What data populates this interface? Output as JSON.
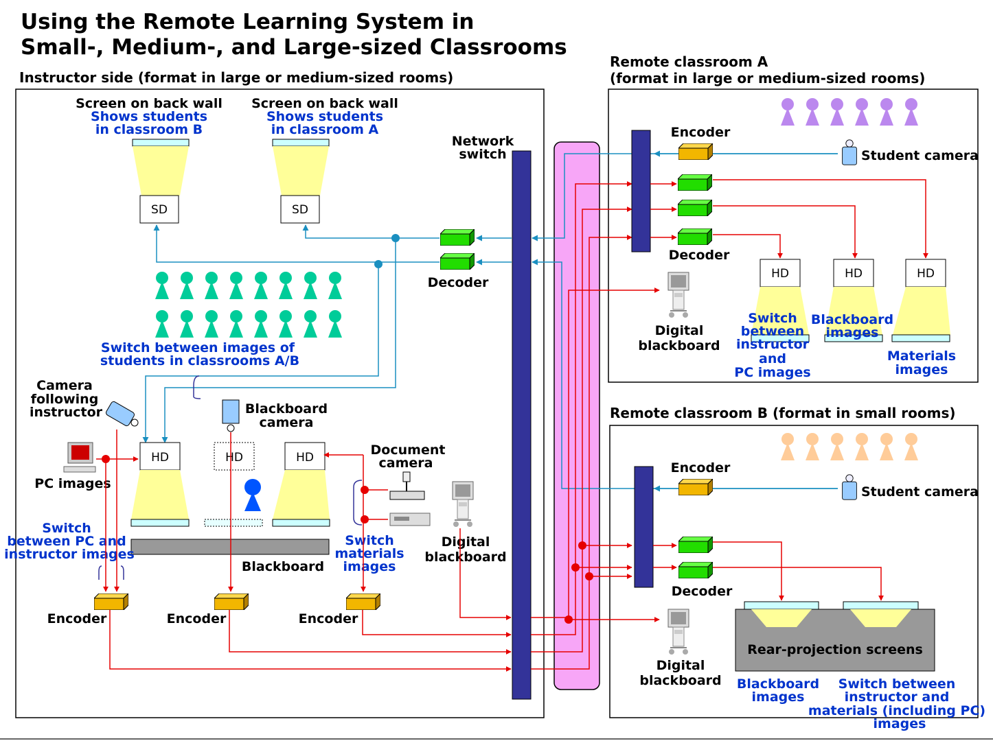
{
  "title": {
    "line1": "Using the Remote Learning System in",
    "line2": "Small-, Medium-, and Large-sized Classrooms"
  },
  "colors": {
    "red_line": "#e60000",
    "blue_line": "#1a8fc0",
    "switch_blue": "#333399",
    "pink_bar": "#f7a6f7",
    "encoder": "#f2b600",
    "decoder": "#22dd00",
    "student_green": "#00cc99",
    "student_purple": "#bb88ee",
    "student_peach": "#ffcc99",
    "screen_beam": "#ffff99",
    "blue_text": "#0033cc"
  },
  "instructor": {
    "heading": "Instructor side (format in large or medium-sized rooms)",
    "screen1_title": "Screen on back wall",
    "screen1_sub1": "Shows students",
    "screen1_sub2": "in classroom B",
    "screen2_title": "Screen on back wall",
    "screen2_sub1": "Shows students",
    "screen2_sub2": "in classroom A",
    "sd": "SD",
    "network_switch_1": "Network",
    "network_switch_2": "switch",
    "decoder": "Decoder",
    "switch_students_1": "Switch between images of",
    "switch_students_2": "students in classrooms A/B",
    "camera_following_1": "Camera",
    "camera_following_2": "following",
    "camera_following_3": "instructor",
    "pc_images": "PC images",
    "blackboard_camera_1": "Blackboard",
    "blackboard_camera_2": "camera",
    "document_camera_1": "Document",
    "document_camera_2": "camera",
    "hd": "HD",
    "switch_pc_1": "Switch",
    "switch_pc_2": "between PC and",
    "switch_pc_3": "instructor images",
    "blackboard": "Blackboard",
    "switch_materials_1": "Switch",
    "switch_materials_2": "materials",
    "switch_materials_3": "images",
    "digital_blackboard_1": "Digital",
    "digital_blackboard_2": "blackboard",
    "encoder": "Encoder"
  },
  "room_a": {
    "heading1": "Remote classroom A",
    "heading2": "(format in large or medium-sized rooms)",
    "encoder": "Encoder",
    "student_camera": "Student camera",
    "decoder": "Decoder",
    "hd": "HD",
    "digital_blackboard_1": "Digital",
    "digital_blackboard_2": "blackboard",
    "switch_1": "Switch",
    "switch_2": "between",
    "switch_3": "instructor",
    "switch_4": "and",
    "switch_5": "PC images",
    "blackboard_images_1": "Blackboard",
    "blackboard_images_2": "images",
    "materials_images_1": "Materials",
    "materials_images_2": "images"
  },
  "room_b": {
    "heading": "Remote classroom B (format in small rooms)",
    "encoder": "Encoder",
    "student_camera": "Student camera",
    "decoder": "Decoder",
    "rear_projection": "Rear-projection screens",
    "digital_blackboard_1": "Digital",
    "digital_blackboard_2": "blackboard",
    "blackboard_images_1": "Blackboard",
    "blackboard_images_2": "images",
    "switch_1": "Switch between",
    "switch_2": "instructor and",
    "switch_3": "materials (including PC)",
    "switch_4": "images"
  }
}
